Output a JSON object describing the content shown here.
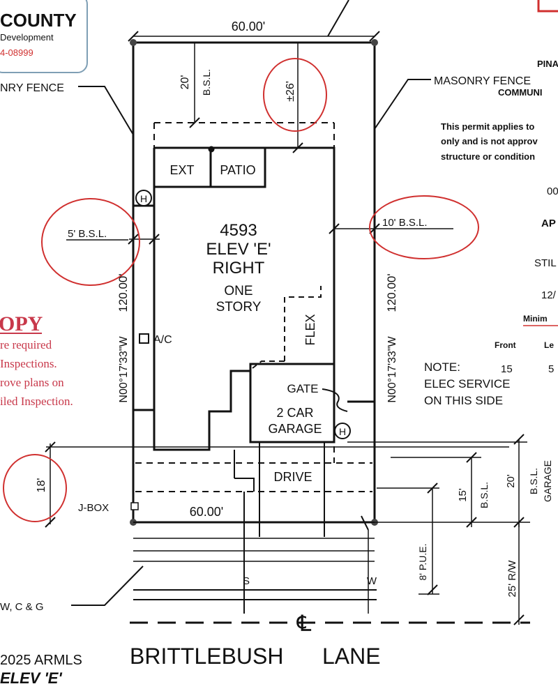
{
  "logo": {
    "line1": "COUNTY",
    "line2": "Development",
    "line3": "4-08999"
  },
  "lot": {
    "top_width": "60.00'",
    "bottom_width": "60.00'",
    "left_depth": "120.00'",
    "right_depth": "120.00'",
    "left_bearing": "N00°17'33\"W",
    "right_bearing": "N00°17'33\"W"
  },
  "setbacks": {
    "rear": "20'",
    "rear_unit": "B.S.L.",
    "rear_actual": "±26'",
    "left_side": "5' B.S.L.",
    "right_side": "10' B.S.L.",
    "front_actual": "18'",
    "front": "15'",
    "front_unit": "B.S.L.",
    "garage": "20'",
    "garage_unit_1": "B.S.L.",
    "garage_unit_2": "GARAGE",
    "pue": "8' P.U.E.",
    "row": "25' R/W"
  },
  "house": {
    "plan_number": "4593",
    "elevation": "ELEV 'E'",
    "orientation": "RIGHT",
    "stories_1": "ONE",
    "stories_2": "STORY",
    "ext": "EXT",
    "patio": "PATIO",
    "flex": "FLEX",
    "gate": "GATE",
    "garage_1": "2 CAR",
    "garage_2": "GARAGE",
    "drive": "DRIVE",
    "ac": "A/C",
    "hose_bib": "H",
    "jbox": "J-BOX"
  },
  "labels": {
    "masonry_left": "NRY FENCE",
    "masonry_right": "MASONRY FENCE",
    "note_1": "NOTE:",
    "note_2": "ELEC SERVICE",
    "note_3": "ON THIS SIDE",
    "curb": "W, C & G",
    "street_1": "BRITTLEBUSH",
    "street_2": "LANE",
    "centerline": "℄",
    "sewer": "S",
    "water": "W",
    "copyright": "2025 ARMLS",
    "footer": "ELEV 'E'"
  },
  "stamp": {
    "copy": "OPY",
    "line1": "re required",
    "line2": "Inspections.",
    "line3": "rove plans on",
    "line4": "iled Inspection."
  },
  "permit": {
    "pin": "PINA",
    "community": "COMMUNI",
    "line1": "This permit applies to",
    "line2": "only and is not approv",
    "line3": "structure or condition",
    "code": "00",
    "ap": "AP",
    "stil": "STIL",
    "date": "12/",
    "minimum": "Minim",
    "front_label": "Front",
    "left_label": "Le",
    "front_val": "15",
    "left_val": "5"
  },
  "colors": {
    "line": "#111111",
    "red": "#d0302f",
    "logo_border": "#7f9fb5"
  }
}
